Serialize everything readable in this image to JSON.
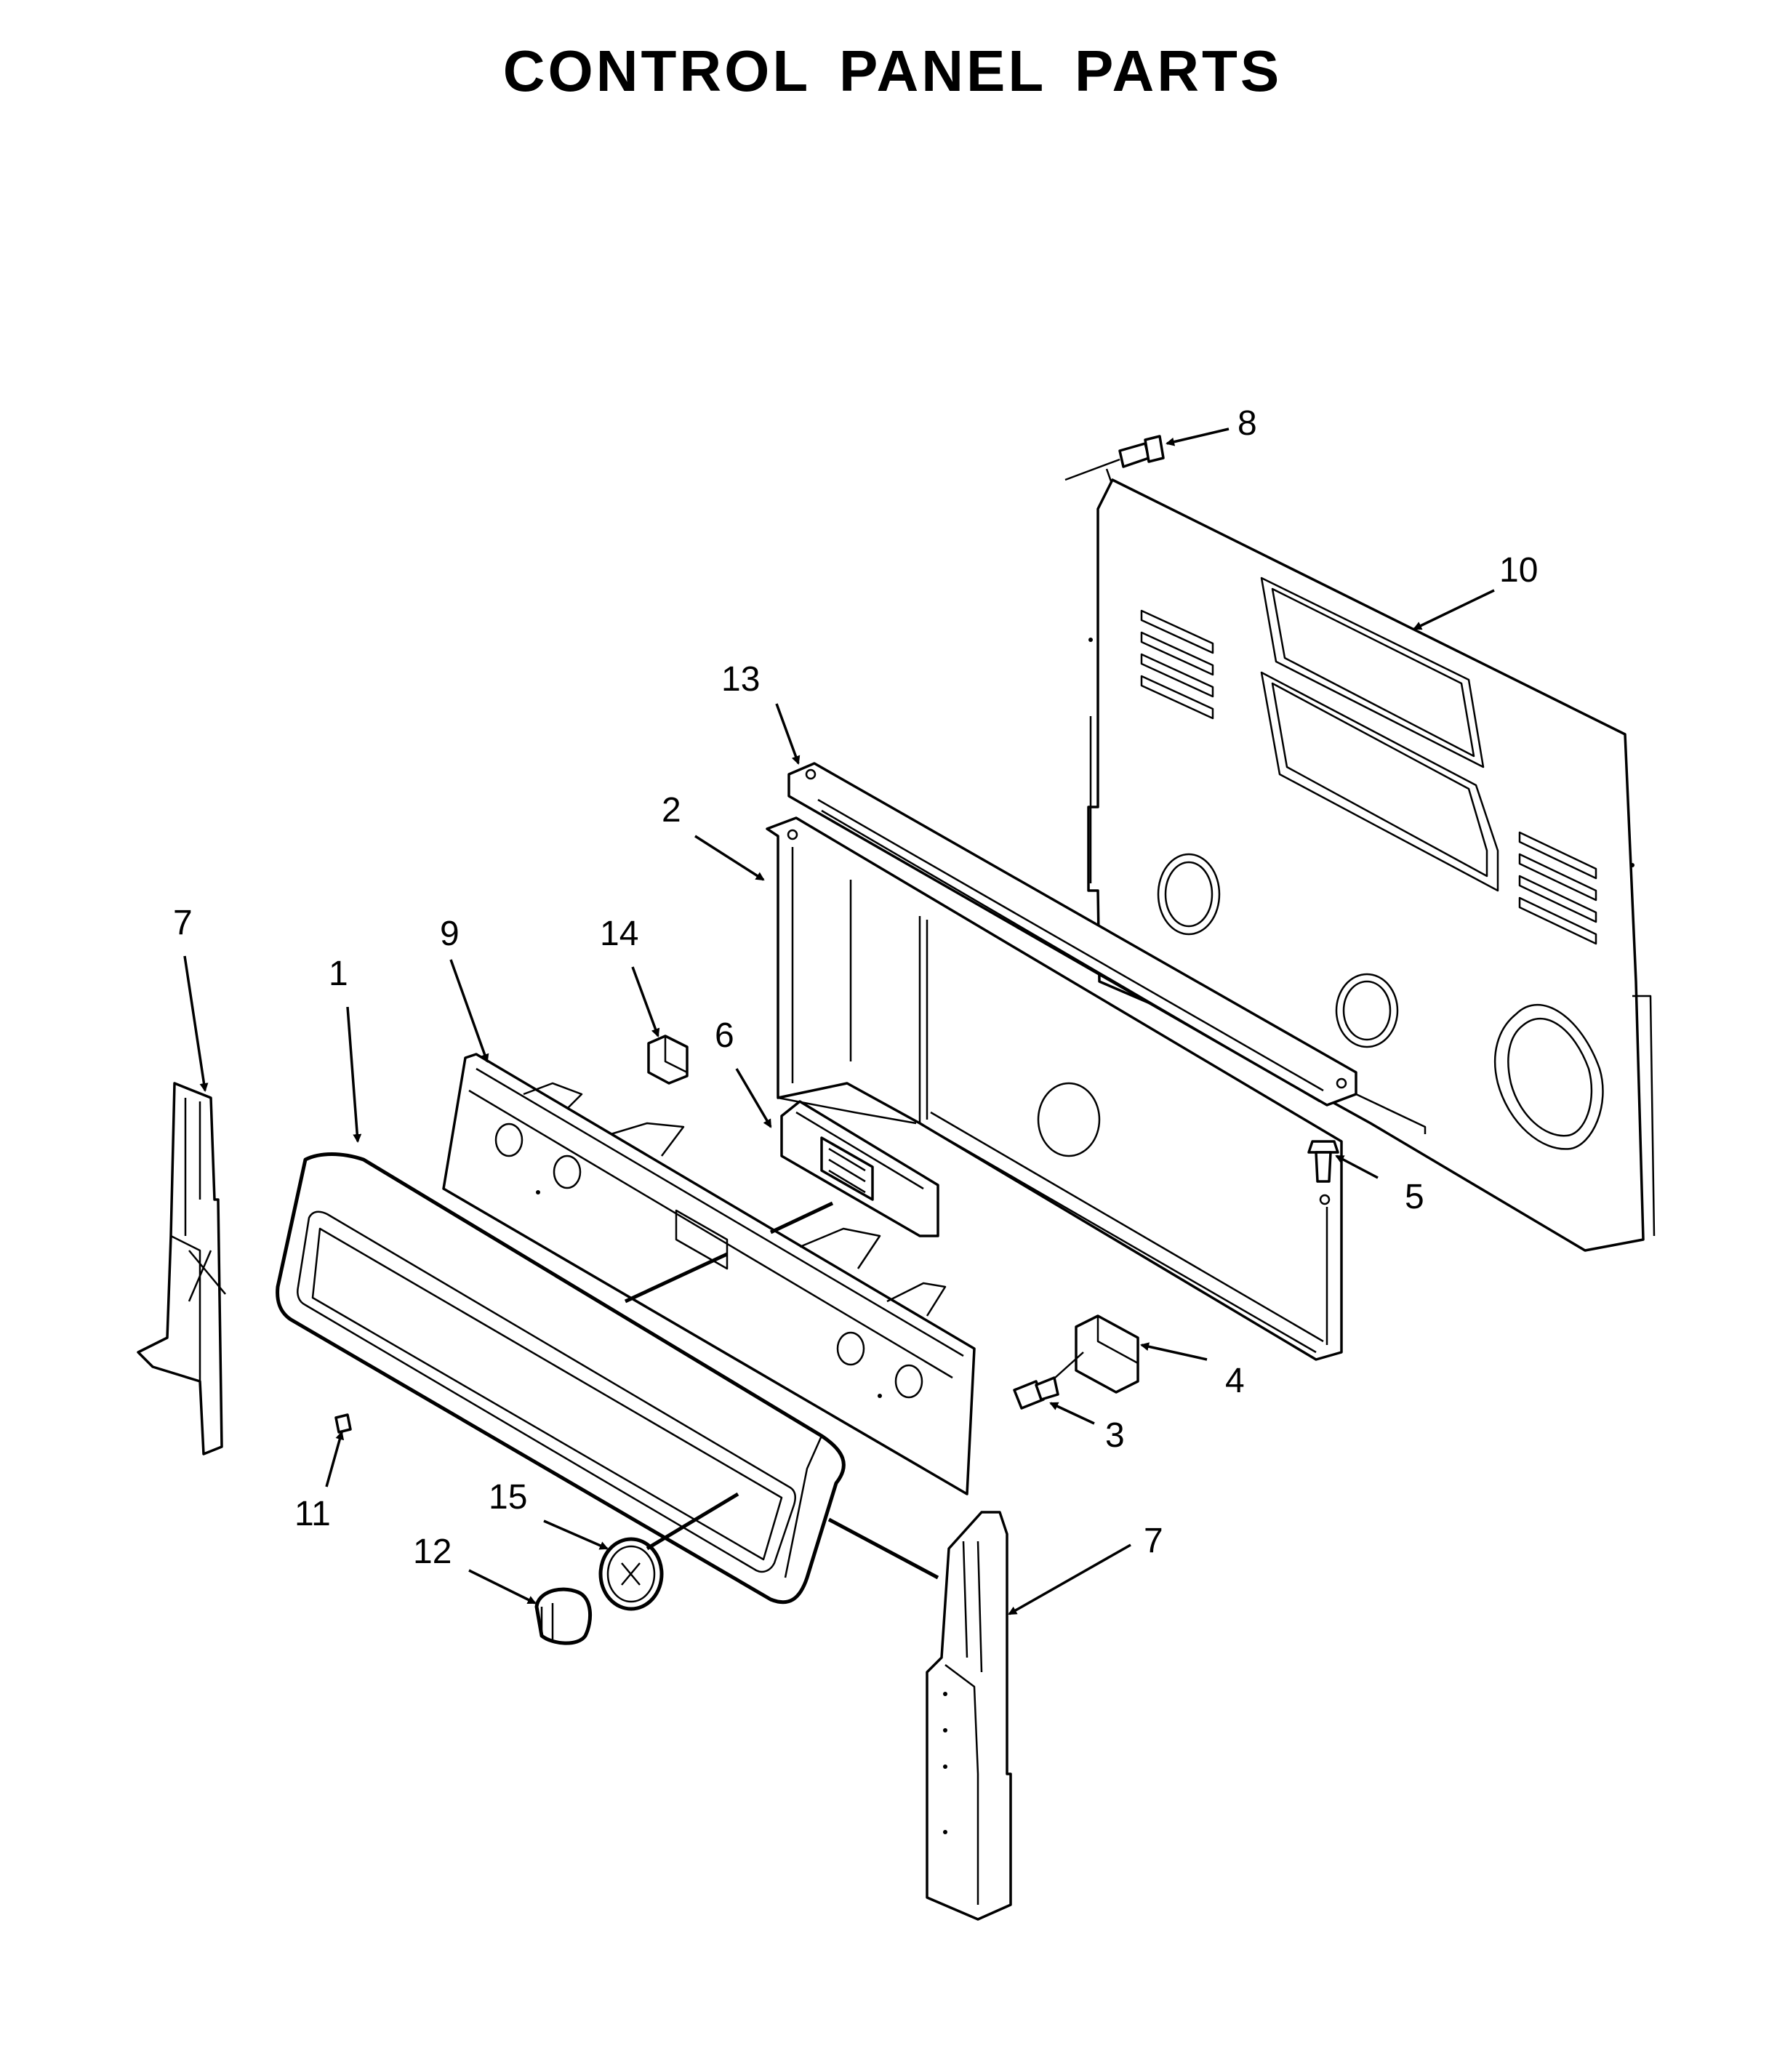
{
  "title": "CONTROL PANEL PARTS",
  "callouts": {
    "c1": "1",
    "c2": "2",
    "c3": "3",
    "c4": "4",
    "c5": "5",
    "c6": "6",
    "c7a": "7",
    "c7b": "7",
    "c8": "8",
    "c9": "9",
    "c10": "10",
    "c11": "11",
    "c12": "12",
    "c13": "13",
    "c14": "14",
    "c15": "15"
  }
}
